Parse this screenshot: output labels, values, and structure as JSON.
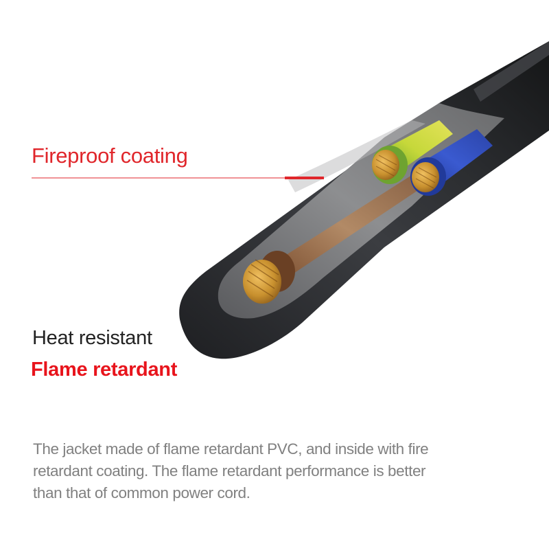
{
  "labels": {
    "coating": "Fireproof coating",
    "heat": "Heat resistant",
    "flame": "Flame retardant"
  },
  "description": [
    "The jacket made of flame retardant PVC, and inside with fire",
    "retardant coating. The flame retardant performance is better",
    "than that of common power cord."
  ],
  "colors": {
    "accent": "#e0262b",
    "flame": "#e8141c",
    "jacket": "#2e3033",
    "wire_green_yellow": "#a6c832",
    "wire_blue": "#2e4ab8",
    "wire_brown": "#8a5a3a",
    "copper": "#c8902e"
  }
}
